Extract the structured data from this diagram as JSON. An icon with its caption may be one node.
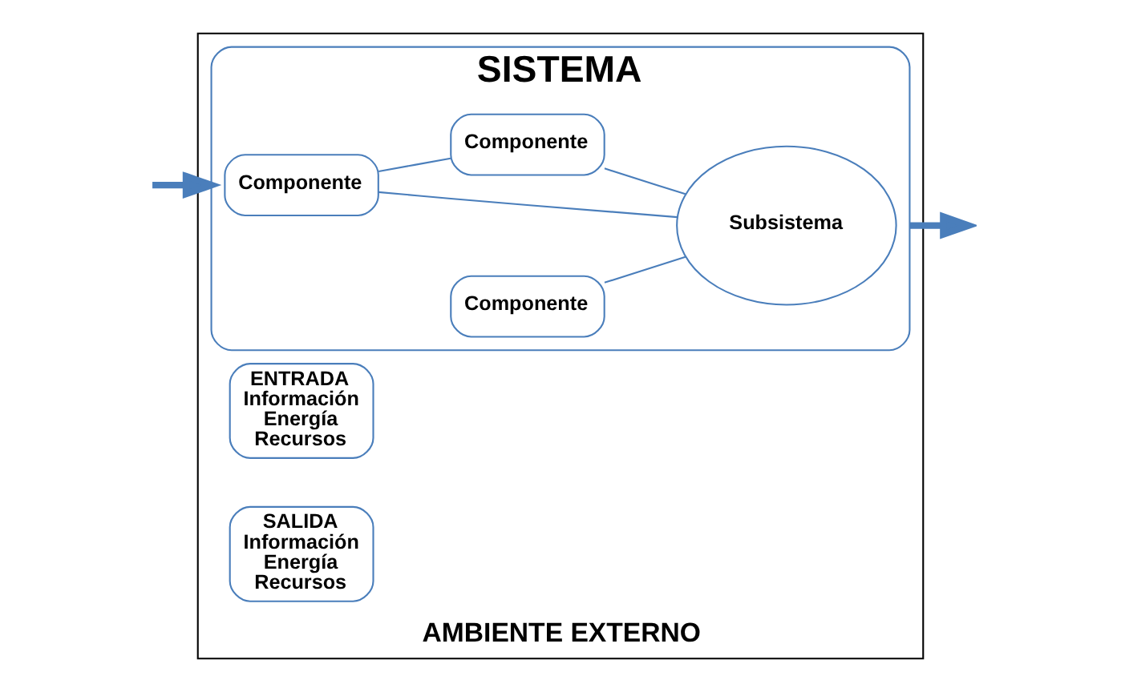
{
  "diagram": {
    "nodes": [
      {
        "text": [
          "AMBIENTE EXTERNO"
        ]
      },
      {
        "text": [
          "SISTEMA"
        ],
        "in": 0
      },
      {
        "text": [
          "Subsistema"
        ],
        "in": 1
      },
      {
        "text": [
          "Componente"
        ],
        "in": 1
      },
      {
        "text": [
          "Componente"
        ],
        "in": 1
      },
      {
        "text": [
          "Componente"
        ],
        "in": 1
      },
      {
        "text": [
          "ENTRADA",
          "Información",
          "Energía",
          "Recursos"
        ],
        "in": 0
      },
      {
        "text": [
          "SALIDA",
          "Información",
          "Energía",
          "Recursos"
        ],
        "in": 0
      }
    ],
    "edges": [
      {
        "from": 3,
        "to": 2,
        "arrow": "none"
      },
      {
        "from": 3,
        "to": 4,
        "arrow": "none"
      },
      {
        "from": 4,
        "to": 2,
        "arrow": "none"
      },
      {
        "from": 5,
        "to": 2,
        "arrow": "none"
      },
      {
        "from": null,
        "to": 1,
        "arrow": "to",
        "style": "thick"
      },
      {
        "from": 1,
        "to": null,
        "arrow": "to",
        "style": "thick"
      }
    ]
  }
}
